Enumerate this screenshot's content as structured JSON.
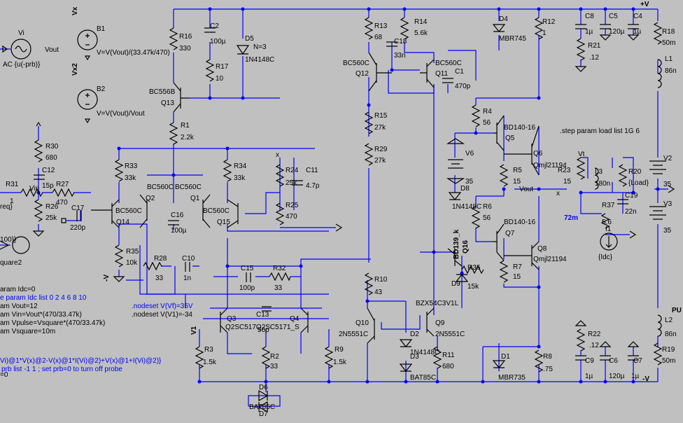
{
  "colors": {
    "background": "#c0c0c0",
    "wire": "#0000ff",
    "component": "#000000",
    "directive": "#0000ff"
  },
  "labels": {
    "vi": "Vi",
    "vout": "Vout",
    "ac": "AC {u(-prb)}",
    "b1": "B1",
    "b2": "B2",
    "vx": "Vx",
    "vx2": "Vx2",
    "b1v": "V=V(Vout)/(33.47k/470)",
    "b2v": "V=V(Vout)/Vout",
    "r16": "R16",
    "r16v": "330",
    "c2": "C2",
    "c2v": "100µ",
    "d5": "D5",
    "d5n": "N=3",
    "d5v": "1N4148C",
    "r17": "R17",
    "r17v": "10",
    "bc556": "BC556B",
    "q13": "Q13",
    "r1": "R1",
    "r1v": "2.2k",
    "r13": "R13",
    "r13v": "68",
    "c18": "C18",
    "c18v": "33n",
    "r14": "R14",
    "r14v": "5.6k",
    "bc560_12": "BC560C",
    "q12": "Q12",
    "bc560_11": "BC560C",
    "q11": "Q11",
    "c1": "C1",
    "c1v": "470p",
    "d4": "D4",
    "d4v": "MBR745",
    "r12": "R12",
    "r12v": "1",
    "c8": "C8",
    "c8v": "1µ",
    "c5": "C5",
    "c5v": "120µ",
    "c4": "C4",
    "c4v": "1µ",
    "r21": "R21",
    "r21v": ".12",
    "plusv": "+V",
    "r18": "R18",
    "r18v": "50m",
    "l1": "L1",
    "l1v": "86n",
    "r30": "R30",
    "r30v": "680",
    "c12": "C12",
    "c12v": "15p",
    "r31": "R31",
    "r31v": "1",
    "req": "req}",
    "vin": "Vin",
    "r27": "R27",
    "r27v": "470",
    "r26": "R26",
    "r26v": "25k",
    "c17": "C17",
    "c17v": "220p",
    "src100": "100}}",
    "square2": "quare2",
    "r33": "R33",
    "r33v": "33k",
    "r34": "R34",
    "r34v": "33k",
    "bc560q2": "BC560C",
    "bc560q1": "BC560C",
    "q2": "Q2",
    "q1": "Q1",
    "bc560q14": "BC560C",
    "q14": "Q14",
    "bc560q15": "BC560C",
    "q15": "Q15",
    "c16": "C16",
    "c16v": "100µ",
    "r24": "R24",
    "r24v": "25k",
    "c11": "C11",
    "c11v": "4.7p",
    "x1": "x",
    "r25": "R25",
    "r25v": "470",
    "r15": "R15",
    "r15v": "27k",
    "r29": "R29",
    "r29v": "27k",
    "r4": "R4",
    "r4v": "56",
    "bd140a": "BD140-16",
    "q5": "Q5",
    "q6": "Q6",
    "mj6": "Qmjl21194",
    "step": ".step param load list 1G 6",
    "v6": "V6",
    "v6v": "35",
    "d8": "D8",
    "d8v": "1N4148C",
    "r5": "R5",
    "r5v": "15",
    "vout2": "Vout",
    "r6": "R6",
    "r6v": "56",
    "bd140b": "BD140-16",
    "q7": "Q7",
    "vt": "Vt",
    "r23": "R23",
    "r23v": "15",
    "l3": "L3",
    "l3v": "180n",
    "r20": "R20",
    "r20v": "{Load}",
    "c19": "C19",
    "c19v": "22n",
    "x2": "x",
    "r37": "R37",
    "r37v": "5.6",
    "i1": "I1",
    "i1v": "{Idc}",
    "m72": "72m",
    "v2": "V2",
    "v2v": "35",
    "v3": "V3",
    "v3v": "35",
    "bd139": "BD139_k",
    "q16": "Q16",
    "q8": "Q8",
    "mj8": "Qmjl21194",
    "r7": "R7",
    "r7v": "15",
    "d9": "D9",
    "r36": "R36",
    "r36v": "15k",
    "r10": "R10",
    "r10v": "43",
    "bzx": "BZX54C3V1L",
    "r35": "R35",
    "r35v": "10k",
    "r28": "R28",
    "r28v": "33",
    "c10": "C10",
    "c10v": "1n",
    "minusv": "-V",
    "c15": "C15",
    "c15v": "100p",
    "r32": "R32",
    "r32v": "33",
    "p1": "aram Idc=0",
    "p2": "e param Idc list 0 2 4 6 8 10",
    "p3": "am Vout=12",
    "p4": "am Vin=Vout*(470/33.47k)",
    "p5": "am Vpulse=Vsquare*(470/33.47k)",
    "p6": "am Vsquare=10m",
    "ns1": ".nodeset V(Vf)=35V",
    "ns2": ".nodeset V(V1)=-34",
    "v1": "V1",
    "q3": "Q3",
    "q4": "Q4",
    "c13": "C13",
    "c13v": "56p",
    "q34v": "Q2SC517Q2SC5171_S",
    "q10": "Q10",
    "q10v": "2N5551C",
    "q9": "Q9",
    "q9v": "2N5551C",
    "d2": "D2",
    "d2v": "1N4148C",
    "d3": "D3",
    "d3v": "BAT85C",
    "r11": "R11",
    "r11v": "680",
    "d1": "D1",
    "d1v": "MBR735",
    "r8": "R8",
    "r8v": ".75",
    "r22": "R22",
    "r22v": ".12",
    "c9": "C9",
    "c9v": "1µ",
    "c6": "C6",
    "c6v": "120µ",
    "c7": "C7",
    "c7v": "1µ",
    "minusv2": "-V",
    "pu": "PU",
    "l2": "L2",
    "l2v": "86n",
    "r19": "R19",
    "r19v": "50m",
    "r3": "R3",
    "r3v": "1.5k",
    "r2": "R2",
    "r2v": "33",
    "r9": "R9",
    "r9v": "1.5k",
    "d6": "D6",
    "d6v": "BAT85C",
    "d7": "D7",
    "meas": "Vi)@1*V(x)@2-V(x)@1*I(Vi)@2)+V(x)@1+I(Vi)@2)}",
    "prb": "prb list -1 1 ; set prb=0 to turn off probe",
    "eq0": "=0"
  }
}
